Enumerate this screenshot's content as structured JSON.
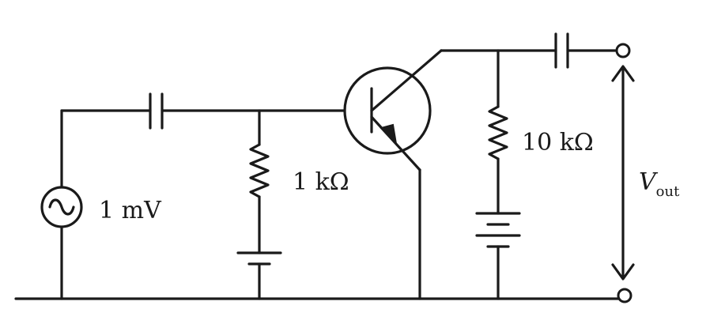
{
  "labels": {
    "source": "1 mV",
    "base_resistor": "1 kΩ",
    "collector_resistor": "10 kΩ",
    "output_symbol": "V",
    "output_subscript": "out"
  },
  "colors": {
    "ink": "#1a1a1a",
    "background": "#ffffff"
  }
}
